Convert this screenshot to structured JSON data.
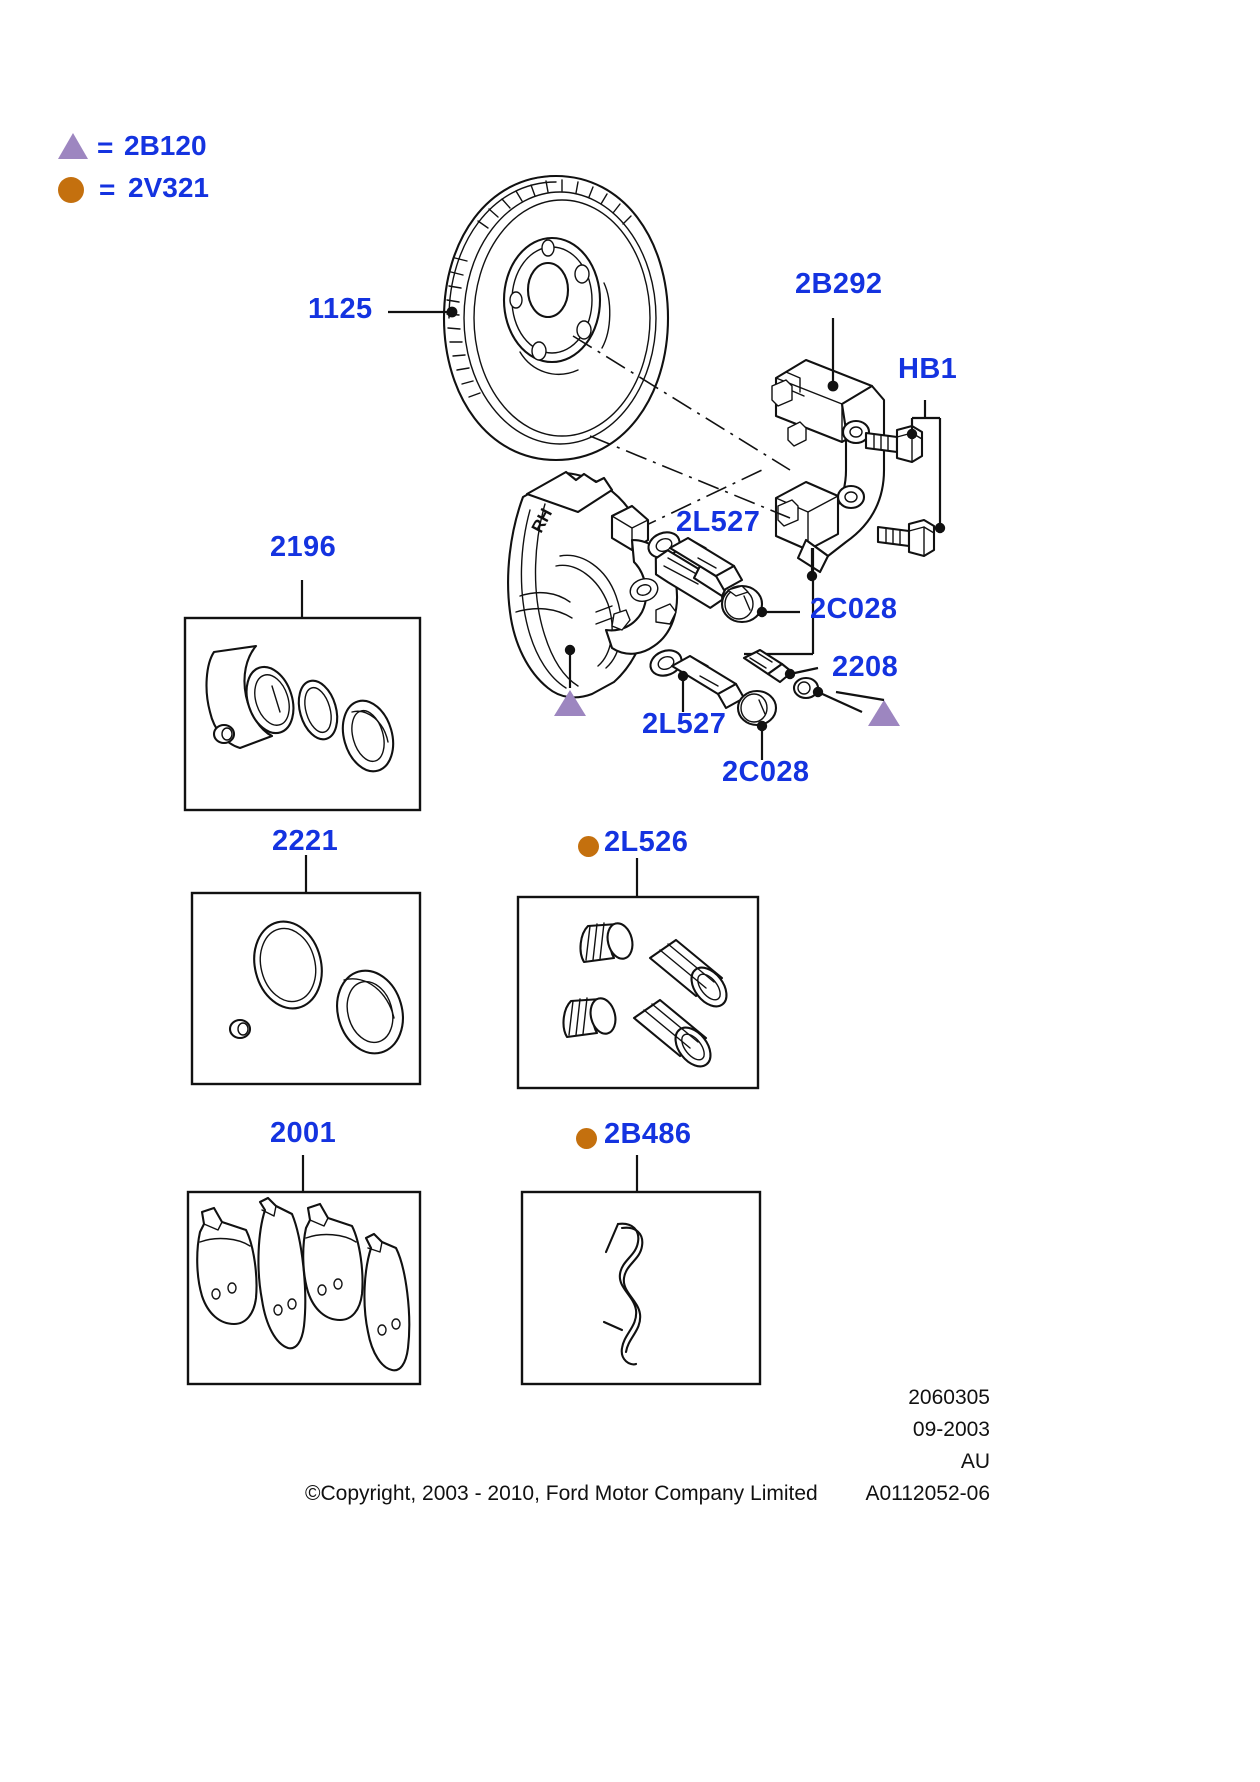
{
  "document": {
    "type": "ford-parts-diagram",
    "subject": "Front brake disc, caliper and related components",
    "accent_color": "#1433e0",
    "marker_triangle_color": "#9d86c0",
    "marker_dot_color": "#c4700e"
  },
  "legend": {
    "items": [
      {
        "symbol": "triangle",
        "equals": "=",
        "code": "2B120"
      },
      {
        "symbol": "circle",
        "equals": "=",
        "code": "2V321"
      }
    ]
  },
  "callouts": [
    {
      "id": "disc",
      "code": "1125",
      "marker": "none"
    },
    {
      "id": "caliper-bracket",
      "code": "2B292",
      "marker": "none"
    },
    {
      "id": "bracket-bolts",
      "code": "HB1",
      "marker": "none"
    },
    {
      "id": "slide-pin-upper",
      "code": "2L527",
      "marker": "none"
    },
    {
      "id": "pin-boot-upper",
      "code": "2C028",
      "marker": "none"
    },
    {
      "id": "bleed-screw",
      "code": "2208",
      "marker": "none"
    },
    {
      "id": "slide-pin-lower",
      "code": "2L527",
      "marker": "none"
    },
    {
      "id": "pin-boot-lower",
      "code": "2C028",
      "marker": "none"
    }
  ],
  "boxed_parts": [
    {
      "id": "seal-kit-piston",
      "code": "2196",
      "marker": "none",
      "contents": "piston, square seal and dust boot"
    },
    {
      "id": "seal-kit",
      "code": "2221",
      "marker": "none",
      "contents": "square seal, dust boot and bleed cap"
    },
    {
      "id": "guide-pin-kit",
      "code": "2L526",
      "marker": "circle",
      "contents": "two pin boots and two guide pins"
    },
    {
      "id": "brake-pad-set",
      "code": "2001",
      "marker": "none",
      "contents": "four brake pads"
    },
    {
      "id": "pad-spring",
      "code": "2B486",
      "marker": "circle",
      "contents": "pad retaining spring clip"
    }
  ],
  "caliper_text": "RH",
  "metadata": {
    "lines": [
      "2060305",
      "09-2003",
      "AU",
      "A0112052-06"
    ]
  },
  "footer": {
    "copyright": "©Copyright, 2003 - 2010, Ford Motor Company Limited"
  }
}
